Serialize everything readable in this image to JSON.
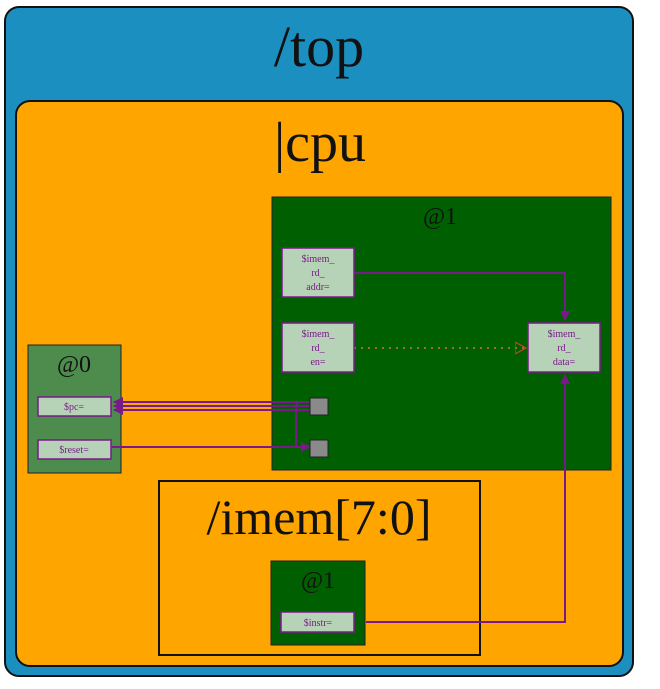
{
  "colors": {
    "top_fill": "#1a8fc0",
    "cpu_fill": "#ffa500",
    "stage_dark": "#005f00",
    "stage_light": "#4d8c4d",
    "signal_box": "#b7d3b7",
    "wire": "#7a1a8a",
    "dotted": "#cc7733",
    "port": "#8a8a8a"
  },
  "scopes": {
    "top": {
      "label": "/top"
    },
    "cpu": {
      "label": "|cpu"
    },
    "imem": {
      "label": "/imem[7:0]"
    }
  },
  "stages": {
    "stage0": {
      "label": "@0"
    },
    "stage1": {
      "label": "@1"
    },
    "imem_stage": {
      "label": "@1"
    }
  },
  "signals": {
    "pc": {
      "label": "$pc="
    },
    "reset": {
      "label": "$reset="
    },
    "imem_rd_addr": {
      "lines": [
        "$imem_",
        "rd_",
        "addr="
      ]
    },
    "imem_rd_en": {
      "lines": [
        "$imem_",
        "rd_",
        "en="
      ]
    },
    "imem_rd_data": {
      "lines": [
        "$imem_",
        "rd_",
        "data="
      ]
    },
    "instr": {
      "label": "$instr="
    }
  }
}
